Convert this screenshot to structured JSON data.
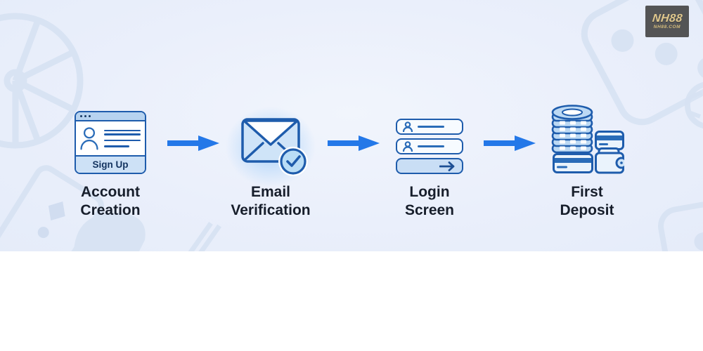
{
  "watermark": {
    "brand": "NH88",
    "domain": "NH88.COM"
  },
  "steps": [
    {
      "id": "account-creation",
      "label_line1": "Account",
      "label_line2": "Creation",
      "icon": "signup-window-icon",
      "signup_button_label": "Sign Up"
    },
    {
      "id": "email-verification",
      "label_line1": "Email",
      "label_line2": "Verification",
      "icon": "email-check-icon"
    },
    {
      "id": "login-screen",
      "label_line1": "Login",
      "label_line2": "Screen",
      "icon": "login-form-icon"
    },
    {
      "id": "first-deposit",
      "label_line1": "First",
      "label_line2": "Deposit",
      "icon": "deposit-chips-wallet-icon"
    }
  ],
  "colors": {
    "panel_background": "#eaeffb",
    "decoration": "#d7e2f3",
    "icon_stroke": "#1e5cac",
    "icon_fill_light": "#cfe4f8",
    "arrow": "#2478e8",
    "label_text": "#171e2b",
    "watermark_gold": "#e0c88d"
  }
}
